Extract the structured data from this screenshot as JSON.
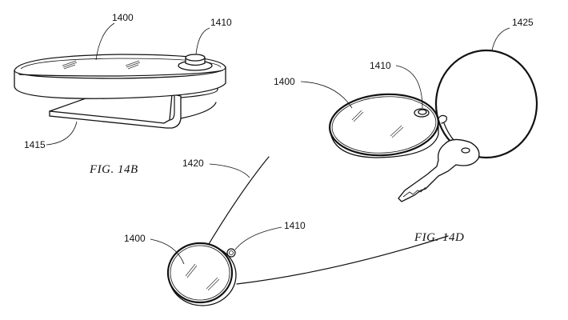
{
  "figures": [
    {
      "id": "fig-14b",
      "caption": "FIG. 14B",
      "description": "tracking device with clip",
      "labels": {
        "device": "1400",
        "button": "1410",
        "clip": "1415"
      }
    },
    {
      "id": "fig-14c",
      "description": "tracking device on key ring",
      "labels": {
        "device": "1400",
        "button": "1410",
        "ring": "1425"
      }
    },
    {
      "id": "fig-14d",
      "caption": "FIG. 14D",
      "description": "tracking device on necklace cord",
      "labels": {
        "device": "1400",
        "button": "1410",
        "cord": "1420"
      }
    }
  ]
}
